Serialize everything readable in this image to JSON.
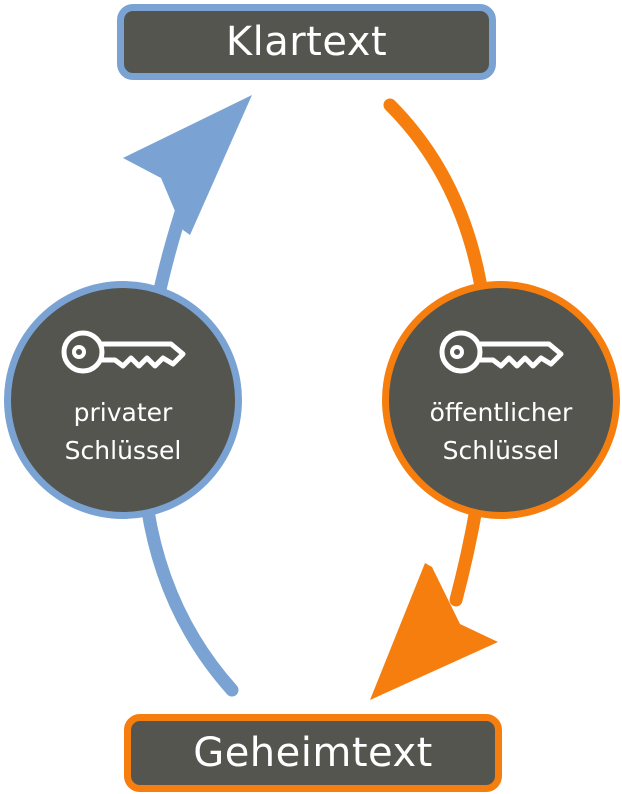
{
  "plaintext_label": "Klartext",
  "ciphertext_label": "Geheimtext",
  "private_key": {
    "line1": "privater",
    "line2": "Schlüssel",
    "icon": "key-icon"
  },
  "public_key": {
    "line1": "öffentlicher",
    "line2": "Schlüssel",
    "icon": "key-icon"
  },
  "colors": {
    "blue": "#7aa3d3",
    "orange": "#f57e0f",
    "dark": "#555550",
    "text": "#ffffff"
  }
}
